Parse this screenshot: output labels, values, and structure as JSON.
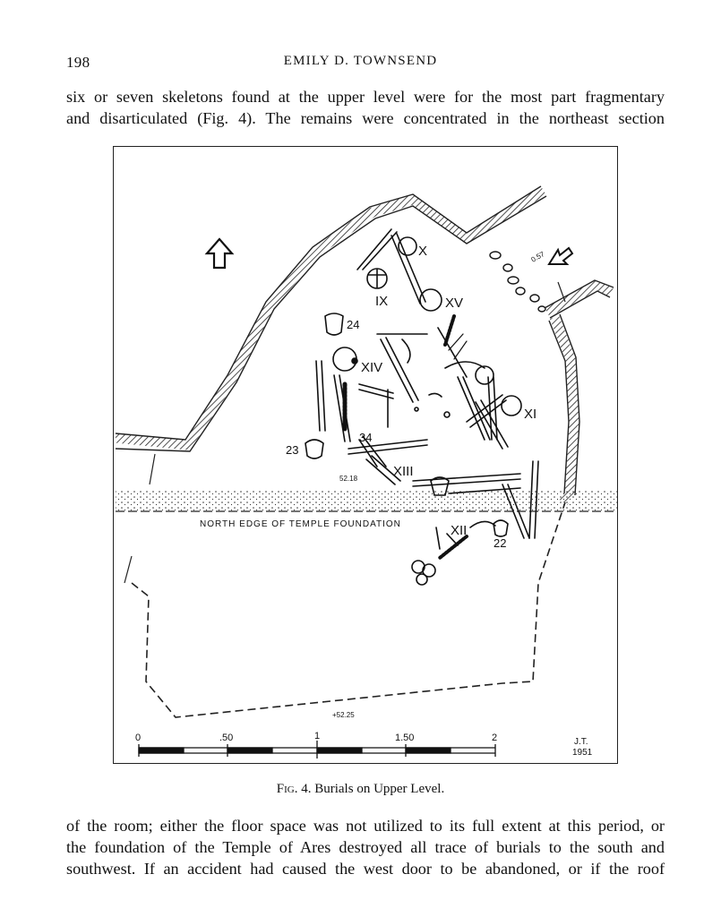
{
  "header": {
    "page_number": "198",
    "running_head": "EMILY D. TOWNSEND"
  },
  "paragraph_top": {
    "lines": [
      "six or seven skeletons found at the upper level were for the most part fragmentary",
      "and disarticulated (Fig. 4). The remains were concentrated in the northeast section"
    ]
  },
  "figure": {
    "labels": {
      "burial_ix": "IX",
      "burial_x": "X",
      "burial_xi": "XI",
      "burial_xii": "XII",
      "burial_xiii": "XIII",
      "burial_xiv": "XIV",
      "burial_xv": "XV",
      "object_22": "22",
      "object_23": "23",
      "object_24": "24",
      "object_34": "34",
      "elevation_5218": "52.18",
      "elevation_5225": "+52.25",
      "elevation_057": "0.57",
      "foundation_label": "NORTH EDGE OF TEMPLE FOUNDATION"
    },
    "scale_bar": {
      "ticks": [
        "0",
        ".50",
        "1",
        "1.50",
        "2"
      ]
    },
    "signature": {
      "initials": "J.T.",
      "year": "1951"
    }
  },
  "caption": {
    "fig_label": "Fig. 4.",
    "text": "Burials on Upper Level."
  },
  "paragraph_bottom": {
    "lines": [
      "of the room; either the floor space was not utilized to its full extent at this period, or",
      "the foundation of the Temple of Ares destroyed all trace of burials to the south and",
      "southwest. If an accident had caused the west door to be abandoned, or if the roof"
    ]
  }
}
